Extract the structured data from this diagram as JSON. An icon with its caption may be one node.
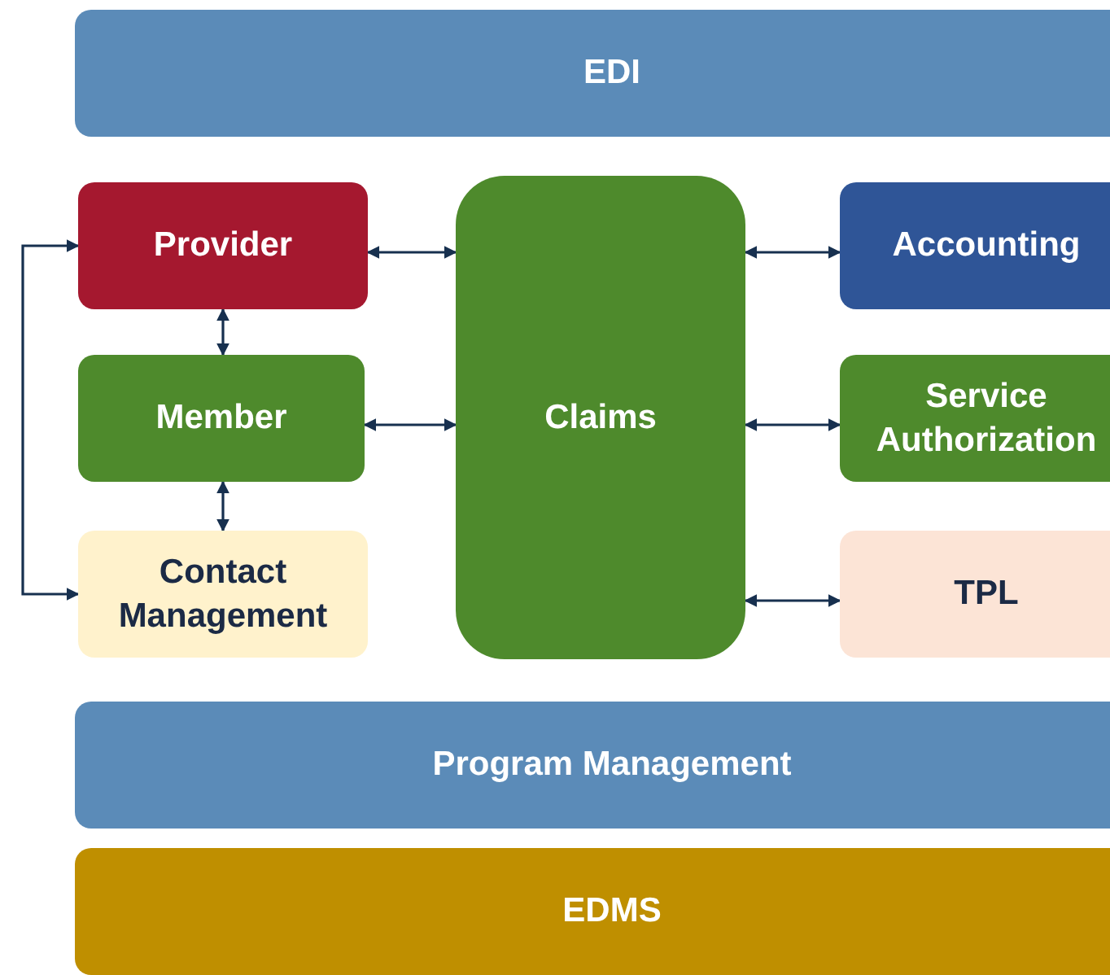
{
  "diagram": {
    "nodes": [
      {
        "text": [
          "EDI"
        ]
      },
      {
        "text": [
          "Provider"
        ]
      },
      {
        "text": [
          "Claims"
        ]
      },
      {
        "text": [
          "Accounting"
        ]
      },
      {
        "text": [
          "Member"
        ]
      },
      {
        "text": [
          "Service Authorization"
        ]
      },
      {
        "text": [
          "Contact Management"
        ]
      },
      {
        "text": [
          "TPL"
        ]
      },
      {
        "text": [
          "Program Management"
        ]
      },
      {
        "text": [
          "EDMS"
        ]
      }
    ],
    "edges": [
      {
        "from": 1,
        "to": 2,
        "arrow": "both"
      },
      {
        "from": 4,
        "to": 2,
        "arrow": "both"
      },
      {
        "from": 1,
        "to": 4,
        "arrow": "both"
      },
      {
        "from": 4,
        "to": 6,
        "arrow": "both"
      },
      {
        "from": 1,
        "to": 6,
        "arrow": "both"
      },
      {
        "from": 2,
        "to": 3,
        "arrow": "both"
      },
      {
        "from": 2,
        "to": 5,
        "arrow": "both"
      },
      {
        "from": 2,
        "to": 7,
        "arrow": "both"
      }
    ]
  }
}
